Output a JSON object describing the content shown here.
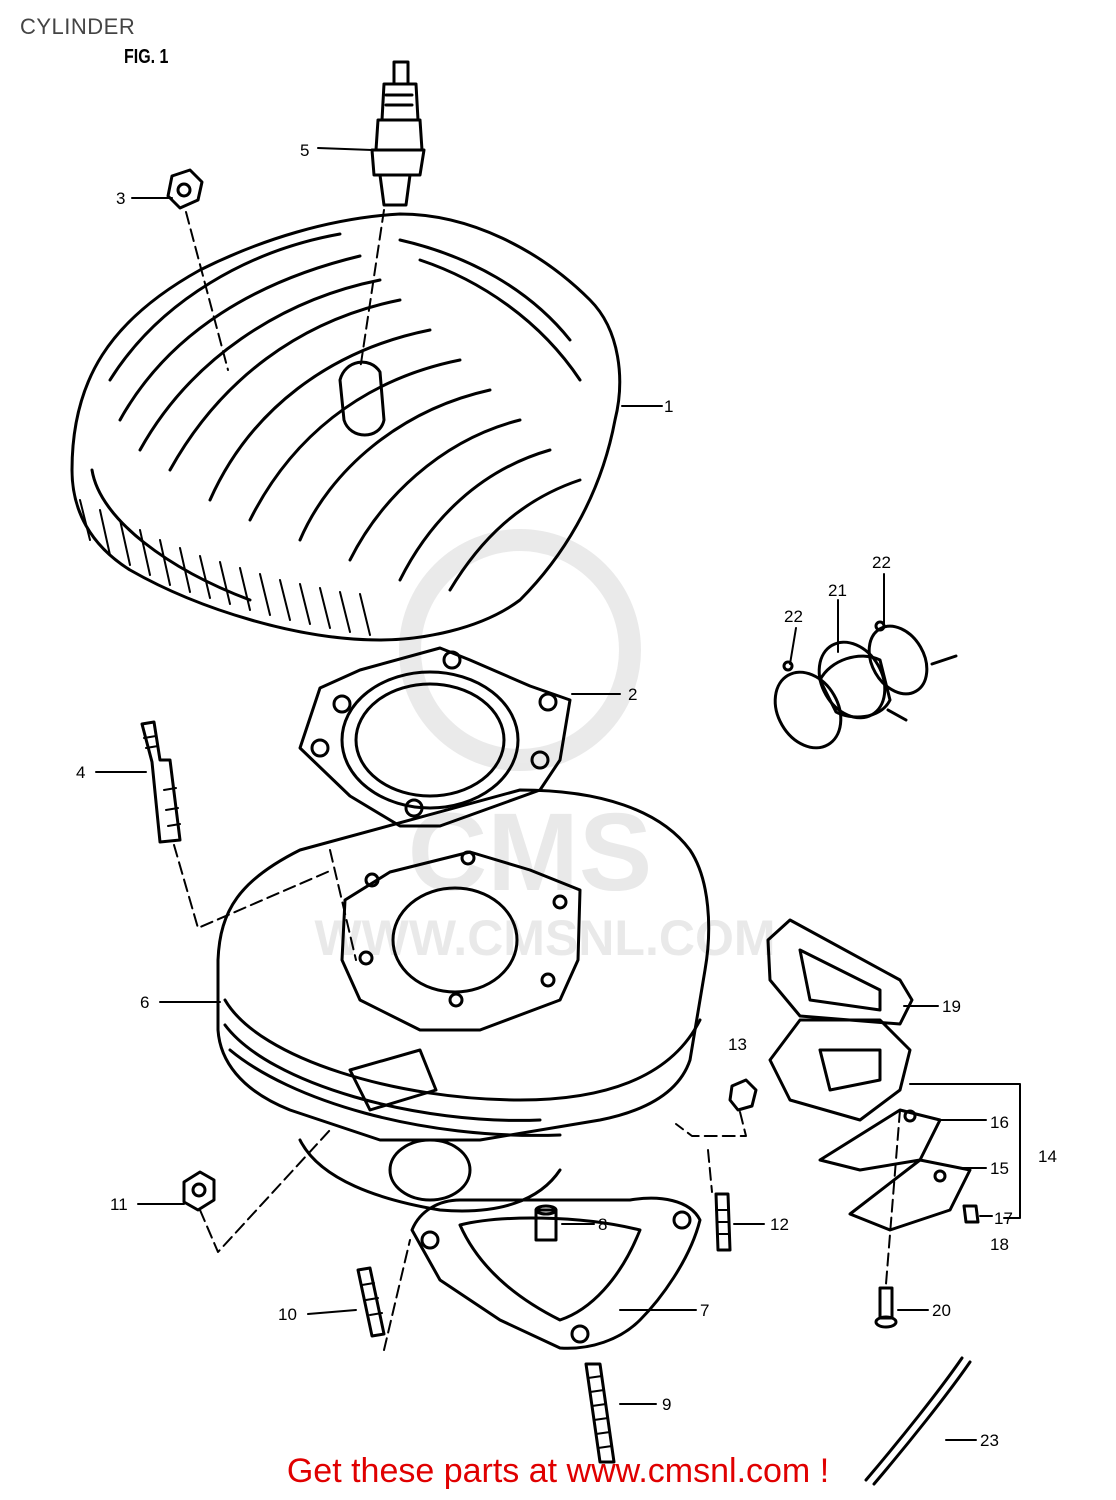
{
  "page": {
    "title": "CYLINDER",
    "figure": "FIG. 1"
  },
  "watermark": {
    "logo": "CMS",
    "url": "WWW.CMSNL.COM",
    "color": "#d8d8d8"
  },
  "footer": {
    "text": "Get these parts at www.cmsnl.com !",
    "color": "#e00000"
  },
  "callouts": {
    "c1": "1",
    "c2": "2",
    "c3": "3",
    "c4": "4",
    "c5": "5",
    "c6": "6",
    "c7": "7",
    "c8": "8",
    "c9": "9",
    "c10": "10",
    "c11": "11",
    "c12": "12",
    "c13": "13",
    "c14": "14",
    "c15": "15",
    "c16": "16",
    "c17": "17",
    "c18": "18",
    "c19": "19",
    "c20": "20",
    "c21": "21",
    "c22a": "22",
    "c22b": "22",
    "c23": "23"
  }
}
